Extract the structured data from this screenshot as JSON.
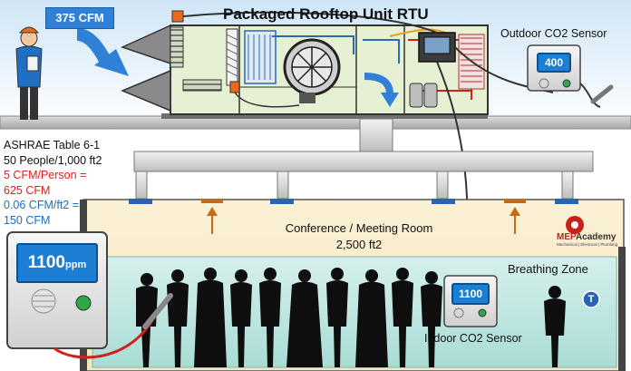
{
  "title": "Packaged Rooftop Unit RTU",
  "outdoor_airflow": "375 CFM",
  "ashrae": {
    "line1": "ASHRAE Table 6-1",
    "line2": "50 People/1,000 ft2",
    "line3": "5 CFM/Person =",
    "line4": "625 CFM",
    "line5": "0.06 CFM/ft2 =",
    "line6": "150 CFM"
  },
  "room": {
    "name": "Conference / Meeting Room",
    "area": "2,500 ft2",
    "zone": "Breathing Zone"
  },
  "outdoor_sensor": {
    "label": "Outdoor CO2 Sensor",
    "reading": "400"
  },
  "indoor_sensor": {
    "label": "Indoor CO2 Sensor",
    "reading": "1100"
  },
  "big_sensor": {
    "reading": "1100",
    "unit": "ppm"
  },
  "thermostat_letter": "T",
  "logo": {
    "prefix": "MEP",
    "suffix": "Academy",
    "tagline": "Mechanical | Electrical | Plumbing"
  },
  "colors": {
    "airflow_blue": "#2f80d6",
    "sensor_display": "#1d7fd4",
    "wire_red": "#d4201a",
    "supply_arrow": "#c46a1a"
  }
}
